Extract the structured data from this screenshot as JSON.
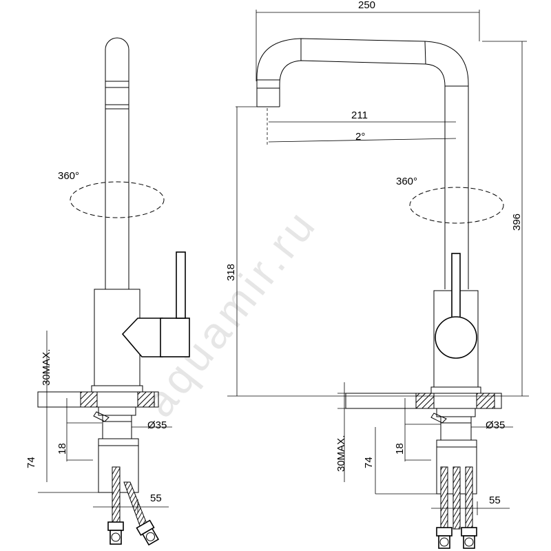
{
  "watermark": "aquamir.ru",
  "left_view": {
    "rotation_label": "360°",
    "max_thickness_label": "30MAX.",
    "diameter_label": "Ø35",
    "dim_18": "18",
    "dim_74": "74",
    "dim_55": "55"
  },
  "right_view": {
    "width_label": "250",
    "reach_label": "211",
    "angle_label": "2°",
    "rotation_label": "360°",
    "total_height_label": "396",
    "spout_height_label": "318",
    "max_thickness_label": "30MAX.",
    "diameter_label": "Ø35",
    "dim_18": "18",
    "dim_74": "74",
    "dim_55": "55"
  }
}
